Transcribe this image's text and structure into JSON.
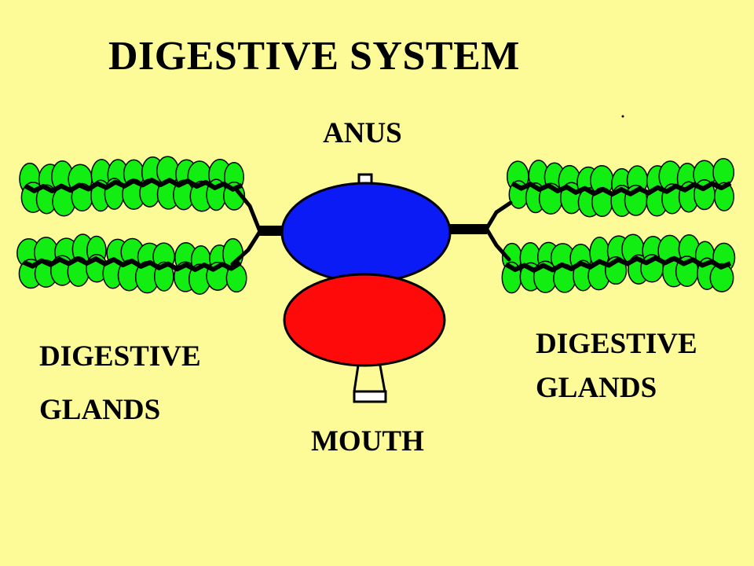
{
  "title": "DIGESTIVE SYSTEM",
  "labels": {
    "anus": "ANUS",
    "mouth": "MOUTH",
    "left_glands": [
      "DIGESTIVE",
      "GLANDS"
    ],
    "right_glands": [
      "DIGESTIVE",
      "GLANDS"
    ]
  },
  "colors": {
    "background": "#fdfb97",
    "upper_body": "#0a1bf5",
    "lower_body": "#ff0a0a",
    "gland_lobes": "#12ee12",
    "outline": "#000000"
  }
}
